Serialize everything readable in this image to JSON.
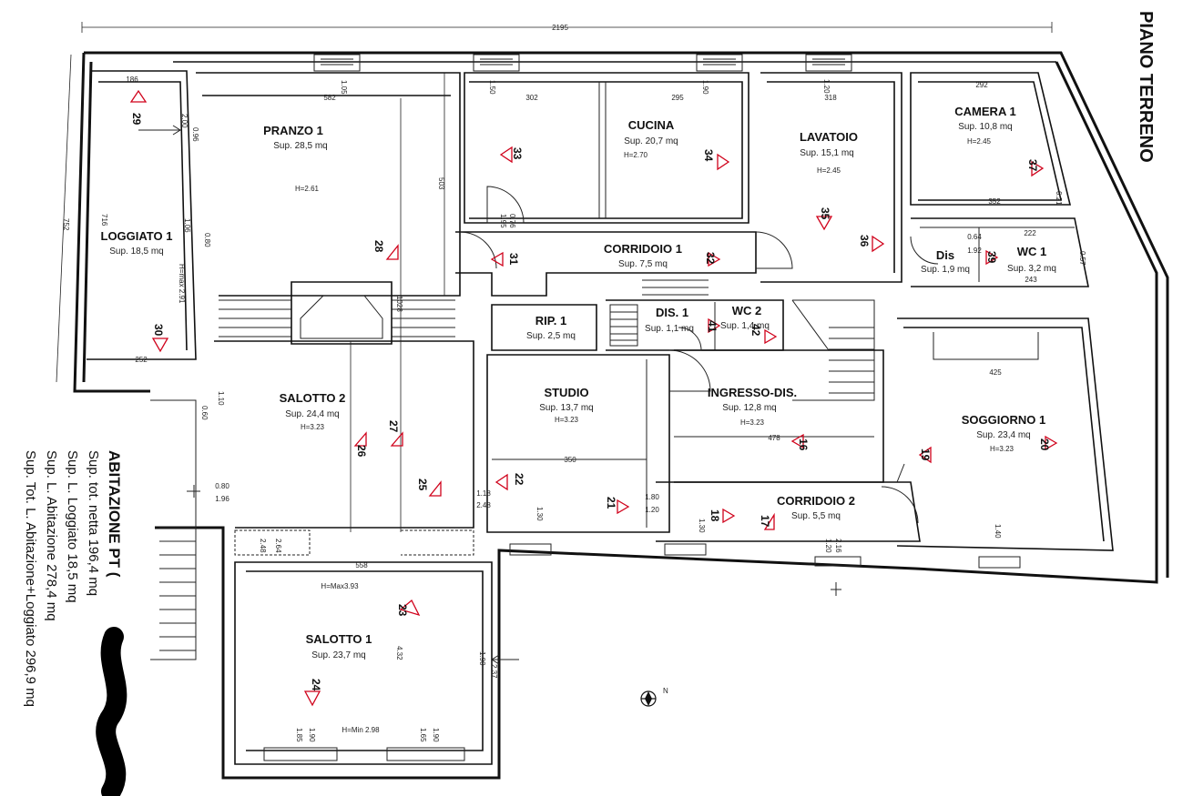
{
  "plan": {
    "title": "PIANO TERRENO",
    "total_width_dim": "2195",
    "total_height_dim": "752",
    "north_label": "N"
  },
  "summary": {
    "heading": "ABITAZIONE PT (",
    "lines": [
      "Sup. tot. netta 196,4 mq",
      "Sup. L. Loggiato 18,5 mq",
      "Sup. L. Abitazione 278,4 mq",
      "Sup. Tot. L. Abitazione+Loggiato 296,9 mq"
    ]
  },
  "rooms": [
    {
      "id": "pranzo-1",
      "name": "PRANZO 1",
      "sup": "Sup. 28,5 mq",
      "h": "H=2.61"
    },
    {
      "id": "cucina",
      "name": "CUCINA",
      "sup": "Sup. 20,7 mq",
      "h": "H=2.70"
    },
    {
      "id": "lavatoio",
      "name": "LAVATOIO",
      "sup": "Sup. 15,1 mq",
      "h": "H=2.45"
    },
    {
      "id": "camera-1",
      "name": "CAMERA 1",
      "sup": "Sup. 10,8 mq",
      "h": "H=2.45"
    },
    {
      "id": "loggiato-1",
      "name": "LOGGIATO 1",
      "sup": "Sup. 18,5 mq",
      "h": "H=max 2.91"
    },
    {
      "id": "corridoio-1",
      "name": "CORRIDOIO 1",
      "sup": "Sup. 7,5 mq",
      "h": ""
    },
    {
      "id": "dis",
      "name": "Dis",
      "sup": "Sup. 1,9 mq",
      "h": ""
    },
    {
      "id": "wc-1",
      "name": "WC 1",
      "sup": "Sup. 3,2 mq",
      "h": ""
    },
    {
      "id": "rip-1",
      "name": "RIP. 1",
      "sup": "Sup. 2,5 mq",
      "h": ""
    },
    {
      "id": "dis-1",
      "name": "DIS. 1",
      "sup": "Sup. 1,1 mq",
      "h": ""
    },
    {
      "id": "wc-2",
      "name": "WC 2",
      "sup": "Sup. 1,4 mq",
      "h": ""
    },
    {
      "id": "salotto-2",
      "name": "SALOTTO 2",
      "sup": "Sup. 24,4 mq",
      "h": "H=3.23"
    },
    {
      "id": "studio",
      "name": "STUDIO",
      "sup": "Sup. 13,7 mq",
      "h": "H=3.23"
    },
    {
      "id": "ingresso-dis",
      "name": "INGRESSO-DIS.",
      "sup": "Sup. 12,8 mq",
      "h": "H=3.23"
    },
    {
      "id": "soggiorno-1",
      "name": "SOGGIORNO 1",
      "sup": "Sup. 23,4 mq",
      "h": "H=3.23"
    },
    {
      "id": "corridoio-2",
      "name": "CORRIDOIO 2",
      "sup": "Sup. 5,5 mq",
      "h": ""
    },
    {
      "id": "salotto-1",
      "name": "SALOTTO 1",
      "sup": "Sup. 23,7 mq",
      "h": "H=Max3.93"
    }
  ],
  "extra_labels": {
    "salotto1_hmin": "H=Min 2.98"
  },
  "photo_points": [
    "29",
    "33",
    "34",
    "35",
    "36",
    "37",
    "28",
    "31",
    "32",
    "39",
    "30",
    "26",
    "27",
    "25",
    "22",
    "21",
    "18",
    "17",
    "16",
    "19",
    "20",
    "23",
    "24",
    "41",
    "42"
  ],
  "dimensions": [
    "186",
    "582",
    "302",
    "295",
    "318",
    "292",
    "352",
    "222",
    "243",
    "716",
    "503",
    "1028",
    "252",
    "350",
    "478",
    "425",
    "558",
    "1.95",
    "0.76",
    "1.06",
    "0.80",
    "1.96",
    "1.18",
    "2.48",
    "1.30",
    "1.80",
    "1.20",
    "1.30",
    "2.16",
    "1.40",
    "1.85",
    "1.90",
    "1.65",
    "1.90",
    "2.37",
    "1.90",
    "0.64",
    "1.92",
    "1.20",
    "1.20",
    "0.57",
    "2.00",
    "0.96",
    "1.10",
    "0.60",
    "0.80",
    "2.64",
    "2.48",
    "4.32",
    "1.90",
    "6.21",
    "1.50",
    "1.05"
  ]
}
